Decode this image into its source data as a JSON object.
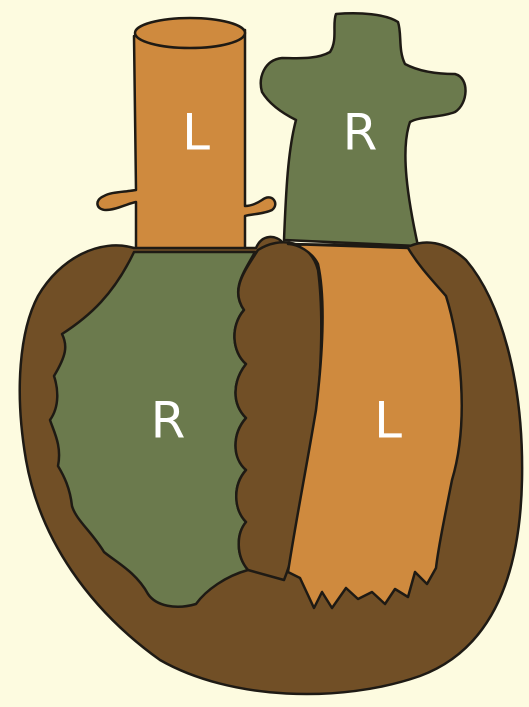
{
  "diagram": {
    "labels": {
      "vessel_left": "L",
      "vessel_right": "R",
      "chamber_left": "R",
      "chamber_right": "L"
    }
  },
  "colors": {
    "background": "#fdfbe0",
    "orange": "#cf8a3e",
    "green": "#6b7a4d",
    "brown": "#714f26",
    "outline": "#1e1a14"
  }
}
